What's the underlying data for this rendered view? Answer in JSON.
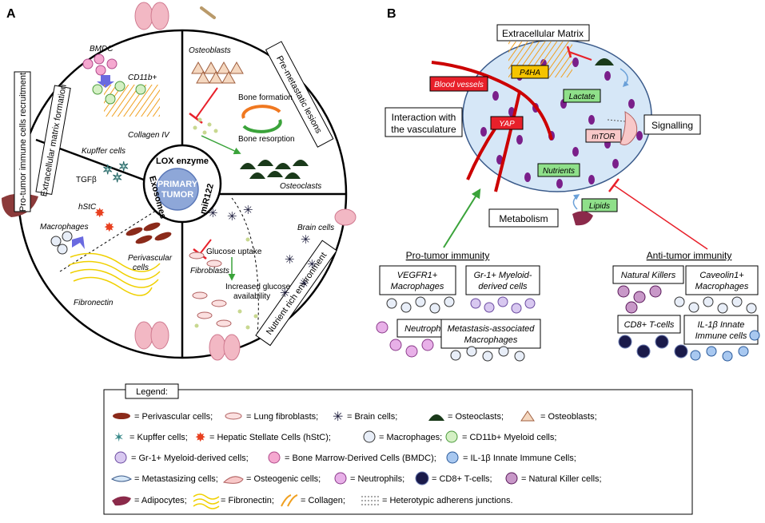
{
  "panel_a": {
    "label": "A",
    "center": {
      "lox": "LOX enzyme",
      "primary_line1": "PRIMARY",
      "primary_line2": "TUMOR",
      "exosomes": "Exosomes",
      "mir": "miR122"
    },
    "sectors": {
      "pro_tumor_immune": "Pro-tumor immune cells recruitment",
      "ecm_formation": "Extracellular matrix formation",
      "pre_metastatic": "Pre-metastatic lesions",
      "nutrient_rich": "Nutrient rich environment"
    },
    "labels": {
      "bmdc": "BMDC",
      "cd11b": "CD11b+",
      "collagen_iv": "Collagen IV",
      "osteoblasts": "Osteoblasts",
      "bone_formation": "Bone formation",
      "bone_resorption": "Bone resorption",
      "osteoclasts": "Osteoclasts",
      "kupffer": "Kupffer cells",
      "tgfb": "TGFβ",
      "hstc": "hStC",
      "macrophages": "Macrophages",
      "perivascular_1": "Perivascular",
      "perivascular_2": "cells",
      "fibronectin": "Fibronectin",
      "fibroblasts": "Fibroblasts",
      "glucose_uptake": "Glucose uptake",
      "increased_glucose_1": "Increased glucose",
      "increased_glucose_2": "availability",
      "brain_cells": "Brain cells"
    }
  },
  "panel_b": {
    "label": "B",
    "boxes": {
      "ecm": "Extracellular Matrix",
      "interaction_1": "Interaction with",
      "interaction_2": "the vasculature",
      "signalling": "Signalling",
      "metabolism": "Metabolism"
    },
    "tags": {
      "blood_vessels": "Blood vessels",
      "p4ha": "P4HA",
      "lactate": "Lactate",
      "yap": "YAP",
      "mtor": "mTOR",
      "nutrients": "Nutrients",
      "lipids": "Lipids"
    },
    "pro_tumor": {
      "title": "Pro-tumor immunity",
      "vegfr1_1": "VEGFR1+",
      "vegfr1_2": "Macrophages",
      "gr1_1": "Gr-1+ Myeloid-",
      "gr1_2": "derived cells",
      "neutrophils": "Neutrophils",
      "metastasis_1": "Metastasis-associated",
      "metastasis_2": "Macrophages"
    },
    "anti_tumor": {
      "title": "Anti-tumor immunity",
      "nk": "Natural Killers",
      "cav_1": "Caveolin1+",
      "cav_2": "Macrophages",
      "cd8": "CD8+ T-cells",
      "il1_1": "IL-1β Innate",
      "il1_2": "Immune cells"
    }
  },
  "legend": {
    "title": "Legend:",
    "rows": [
      [
        "= Perivascular cells;",
        "= Lung fibroblasts;",
        "= Brain cells;",
        "= Osteoclasts;",
        "= Osteoblasts;"
      ],
      [
        "= Kupffer cells;",
        "= Hepatic Stellate Cells (hStC);",
        "= Macrophages;",
        "= CD11b+ Myeloid cells;"
      ],
      [
        "= Gr-1+ Myeloid-derived cells;",
        "= Bone Marrow-Derived Cells (BMDC);",
        "= IL-1β Innate Immune Cells;"
      ],
      [
        "= Metastasizing cells;",
        "= Osteogenic cells;",
        "= Neutrophils;",
        "= CD8+ T-cells;",
        "= Natural Killer cells;"
      ],
      [
        "= Adipocytes;",
        "= Fibronectin;",
        "= Collagen;",
        "= Heterotypic adherens junctions."
      ]
    ]
  },
  "colors": {
    "red": "#e8202a",
    "green": "#6db33f",
    "blue_arrow": "#5b6fd6",
    "tumor_blue": "#8ea7d8",
    "cell_fill": "#d6e7f7",
    "nucleus": "#7a1f8a",
    "yellow_tag": "#f5c400",
    "green_tag": "#8fe08a",
    "pink_tag": "#f8c8c8",
    "lung": "#f2b8c4",
    "liver": "#8b3a3a"
  }
}
